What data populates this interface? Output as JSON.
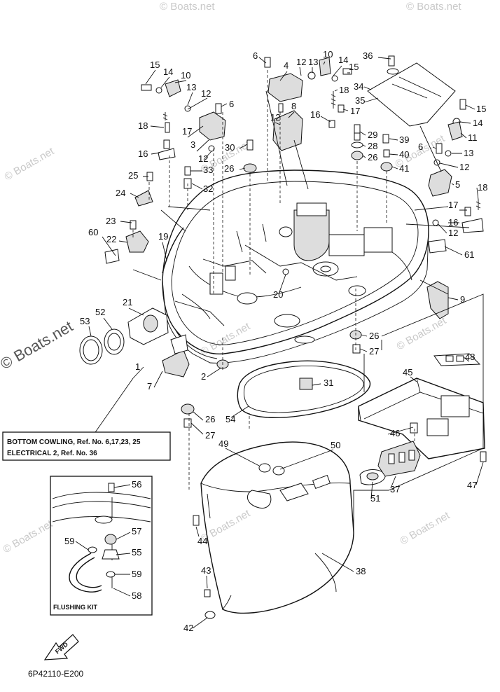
{
  "watermarks": [
    "© Boats.net",
    "© Boats.net",
    "© Boats.net",
    "© Boats.net",
    "© Boats.net",
    "© Boats.net",
    "© Boats.net",
    "© Boats.net",
    "© Boats.net",
    "© Boats.net"
  ],
  "watermark_big": "© Boats.net",
  "callouts": {
    "c15a": "15",
    "c14a": "14",
    "c10a": "10",
    "c13a": "13",
    "c12a": "12",
    "c6a": "6",
    "c18a": "18",
    "c17a": "17",
    "c3": "3",
    "c12b": "12",
    "c16a": "16",
    "c33": "33",
    "c32": "32",
    "c25": "25",
    "c24": "24",
    "c23": "23",
    "c60": "60",
    "c19": "19",
    "c22": "22",
    "c6b": "6",
    "c4": "4",
    "c12c": "12",
    "c13b": "13",
    "c10b": "10",
    "c14b": "14",
    "c15b": "15",
    "c34": "34",
    "c36": "36",
    "c18b": "18",
    "c12d": "12",
    "c8": "8",
    "c35": "35",
    "c16b": "16",
    "c17b": "17",
    "c30": "30",
    "c26a": "26",
    "c29": "29",
    "c39": "39",
    "c28": "28",
    "c40": "40",
    "c26b": "26",
    "c41": "41",
    "c15c": "15",
    "c14c": "14",
    "c11": "11",
    "c6c": "6",
    "c13c": "13",
    "c12e": "12",
    "c5": "5",
    "c18c": "18",
    "c17c": "17",
    "c16c": "16",
    "c12f": "12",
    "c61": "61",
    "c20": "20",
    "c9": "9",
    "c21": "21",
    "c52": "52",
    "c53": "53",
    "c1": "1",
    "c7": "7",
    "c2": "2",
    "c26c": "26",
    "c27a": "27",
    "c31": "31",
    "c48": "48",
    "c45": "45",
    "c54": "54",
    "c26d": "26",
    "c27b": "27",
    "c49": "49",
    "c50": "50",
    "c46": "46",
    "c37": "37",
    "c51": "51",
    "c47": "47",
    "c56": "56",
    "c57": "57",
    "c59a": "59",
    "c55": "55",
    "c59b": "59",
    "c58": "58",
    "c44": "44",
    "c38": "38",
    "c43": "43",
    "c42": "42"
  },
  "note": {
    "line1": "BOTTOM COWLING,  Ref. No. 6,17,23, 25",
    "line2": "ELECTRICAL 2,  Ref. No. 36"
  },
  "flushing_kit_label": "FLUSHING KIT",
  "fwd_label": "FWD",
  "diagram_code": "6P42110-E200"
}
